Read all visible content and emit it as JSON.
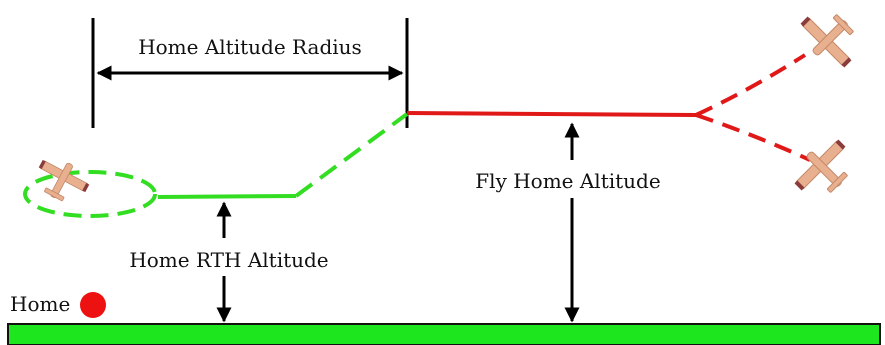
{
  "labels": {
    "home_altitude_radius": "Home Altitude Radius",
    "fly_home_altitude": "Fly Home Altitude",
    "home_rth_altitude": "Home RTH Altitude",
    "home": "Home"
  },
  "colors": {
    "ground": "#1ee61e",
    "low_path": "#33dd22",
    "high_path": "#e01818",
    "home_marker": "#ee1111",
    "arrows": "#000000",
    "aircraft_fill": "#e8b08e",
    "aircraft_trim": "#8a3b3b"
  },
  "icons": {
    "aircraft": "plane-icon",
    "home_marker": "home-dot-icon"
  }
}
